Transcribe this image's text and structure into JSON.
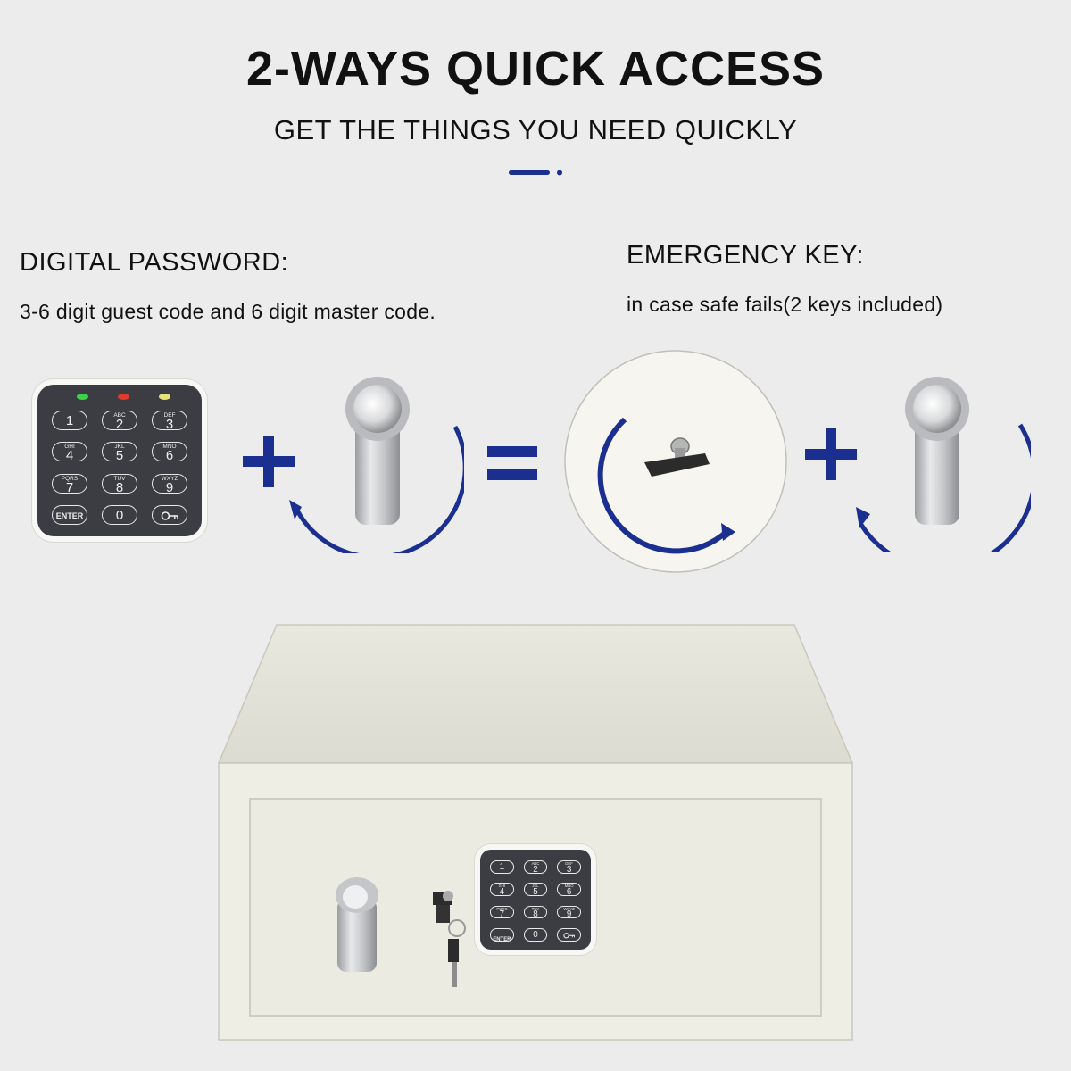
{
  "header": {
    "title": "2-WAYS QUICK ACCESS",
    "subtitle": "GET THE THINGS YOU NEED QUICKLY"
  },
  "digital_password": {
    "heading": "DIGITAL PASSWORD:",
    "description": "3-6 digit guest code and 6 digit master code."
  },
  "emergency_key": {
    "heading": "EMERGENCY KEY:",
    "description": "in case safe fails(2 keys included)"
  },
  "keypad": {
    "indicator_colors": [
      "#3fd14a",
      "#e03a2f",
      "#e8e07a"
    ],
    "keys": [
      {
        "digit": "1",
        "letters": ""
      },
      {
        "digit": "2",
        "letters": "ABC"
      },
      {
        "digit": "3",
        "letters": "DEF"
      },
      {
        "digit": "4",
        "letters": "GHI"
      },
      {
        "digit": "5",
        "letters": "JKL"
      },
      {
        "digit": "6",
        "letters": "MNO"
      },
      {
        "digit": "7",
        "letters": "PQRS"
      },
      {
        "digit": "8",
        "letters": "TUV"
      },
      {
        "digit": "9",
        "letters": "WXYZ"
      },
      {
        "digit": "ENTER",
        "letters": ""
      },
      {
        "digit": "0",
        "letters": ""
      },
      {
        "digit": "key-symbol",
        "letters": ""
      }
    ]
  },
  "icons": {
    "plus": "plus-icon",
    "equals": "equals-icon",
    "rotate": "rotate-arrow-icon",
    "knob": "safe-knob-icon",
    "key": "key-icon"
  },
  "colors": {
    "accent": "#1a2f8f",
    "background": "#ececec",
    "safe_body": "#ecebdf"
  }
}
